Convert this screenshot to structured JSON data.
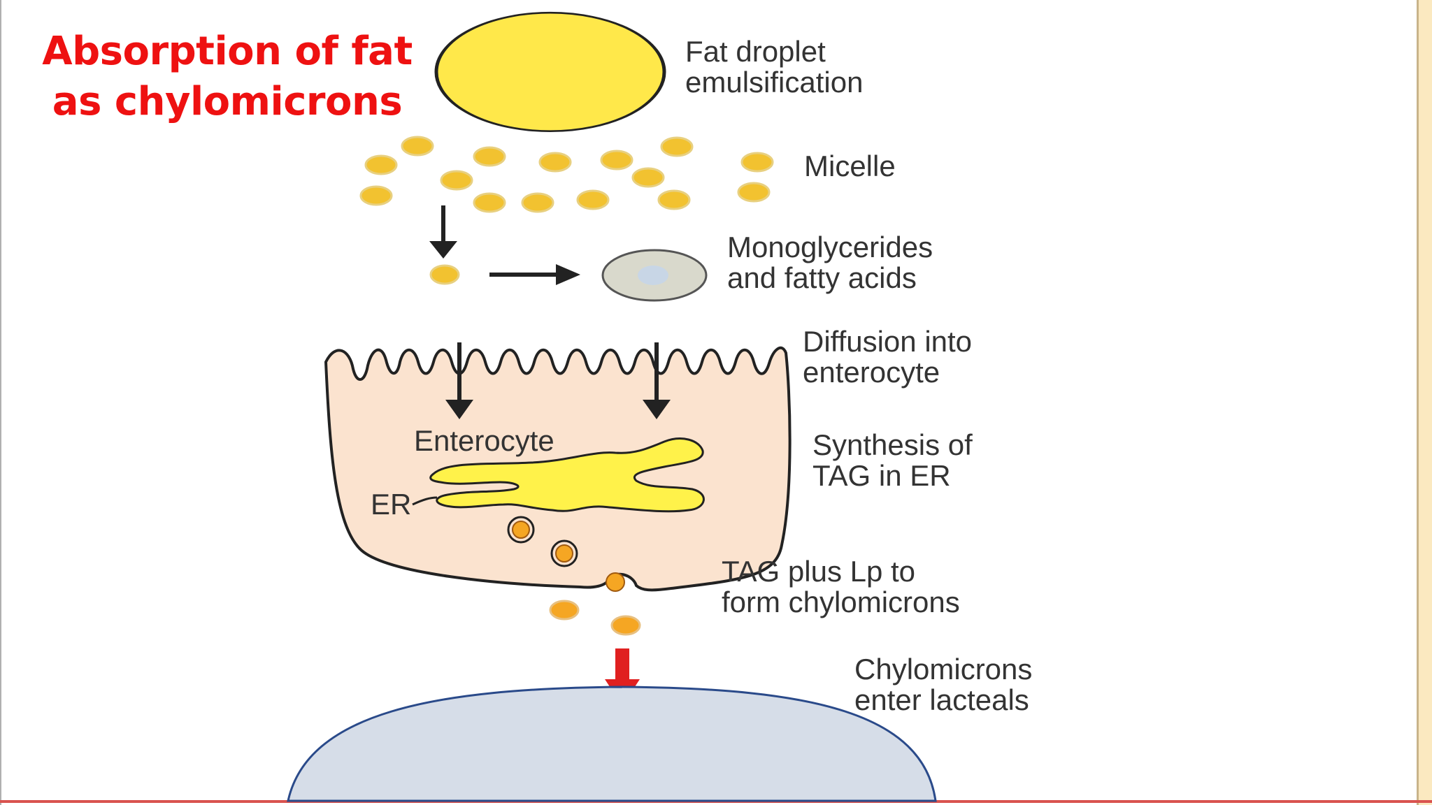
{
  "title": {
    "line1": "Absorption of fat",
    "line2": "as chylomicrons"
  },
  "labels": {
    "fat_droplet_1": "Fat droplet",
    "fat_droplet_2": "emulsification",
    "micelle": "Micelle",
    "mono_1": "Monoglycerides",
    "mono_2": "and fatty acids",
    "diffusion_1": "Diffusion into",
    "diffusion_2": "enterocyte",
    "synthesis_1": "Synthesis of",
    "synthesis_2": "TAG in ER",
    "tag_1": "TAG plus Lp to",
    "tag_2": "form chylomicrons",
    "lacteal_1": "Chylomicrons",
    "lacteal_2": "enter lacteals",
    "enterocyte": "Enterocyte",
    "er": "ER"
  },
  "colors": {
    "title": "#ee1111",
    "fat_yellow": "#ffe84a",
    "micelle_yellow": "#f2c230",
    "cell_fill": "#fbe3cf",
    "chylomicron_orange": "#f5a623",
    "lacteal_fill": "#d6dde8",
    "arrow_red": "#e02020"
  }
}
